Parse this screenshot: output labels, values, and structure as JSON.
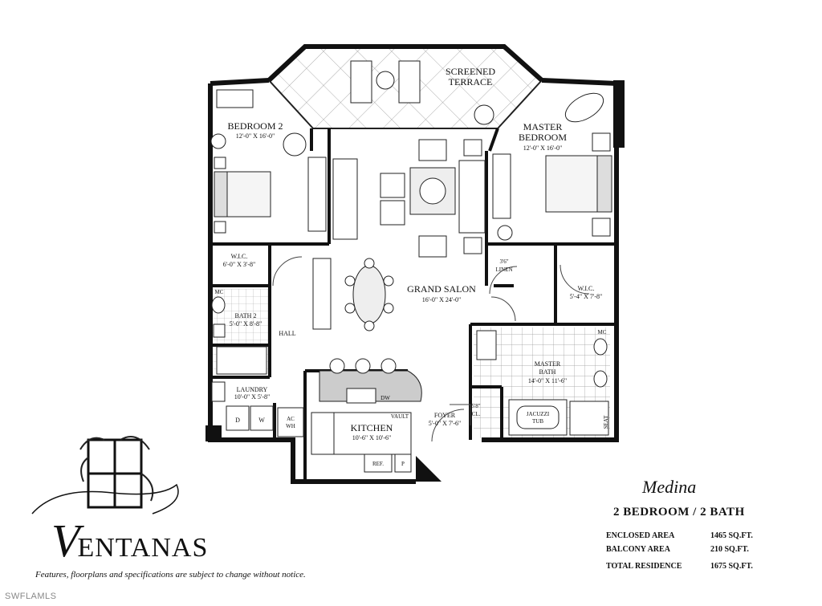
{
  "rooms": {
    "screened_terrace": [
      "SCREENED",
      "TERRACE"
    ],
    "bedroom2": {
      "name": "BEDROOM 2",
      "dim": "12'-0\" X 16'-0\""
    },
    "master_bedroom": {
      "name": [
        "MASTER",
        "BEDROOM"
      ],
      "dim": "12'-0\" X 16'-0\""
    },
    "wic_bed2": {
      "name": "W.I.C.",
      "dim": "6'-0\" X 3'-8\""
    },
    "bath2": {
      "name": "BATH 2",
      "dim": "5'-0\" X 8'-8\""
    },
    "hall": "HALL",
    "laundry": {
      "name": "LAUNDRY",
      "dim": "10'-0\" X 5'-8\""
    },
    "ac_wh": [
      "AC",
      "WH"
    ],
    "grand_salon": {
      "name": "GRAND SALON",
      "dim": "16'-0\" X 24'-0\""
    },
    "linen": [
      "3'6\"",
      "LINEN"
    ],
    "wic_master": {
      "name": "W.I.C.",
      "dim": "5'-4\" X 7'-8\""
    },
    "master_bath": {
      "name": [
        "MASTER",
        "BATH"
      ],
      "dim": "14'-0\" X 11'-6\""
    },
    "jacuzzi": [
      "JACUZZI",
      "TUB"
    ],
    "kitchen": {
      "name": "KITCHEN",
      "dim": "10'-6\" X 10'-6\""
    },
    "vault": "VAULT",
    "foyer": {
      "name": "FOYER",
      "dim": "5'-0\" X 7'-6\""
    },
    "closet": [
      "5'8\"",
      "CL."
    ],
    "appliances": {
      "dw": "DW",
      "ref": "REF.",
      "p": "P",
      "d": "D",
      "w": "W",
      "mc": "MC",
      "seat": "SEAT"
    }
  },
  "brand": {
    "initial": "V",
    "rest": "ENTANAS"
  },
  "model": {
    "name": "Medina",
    "beds_baths": "2 BEDROOM / 2 BATH",
    "enclosed_label": "ENCLOSED AREA",
    "enclosed_value": "1465 SQ.FT.",
    "balcony_label": "BALCONY AREA",
    "balcony_value": "210 SQ.FT.",
    "total_label": "TOTAL RESIDENCE",
    "total_value": "1675 SQ.FT."
  },
  "disclaimer": "Features, floorplans and specifications are subject to change without notice.",
  "watermark": "SWFLAMLS"
}
